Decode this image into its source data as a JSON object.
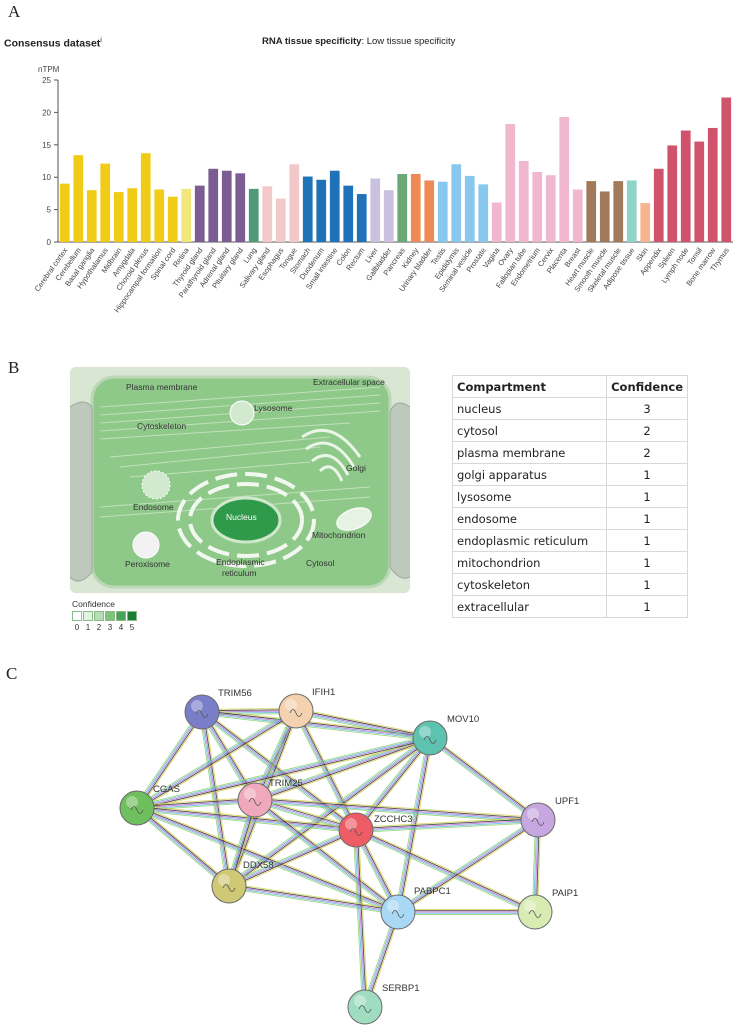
{
  "panels": {
    "a": "A",
    "b": "B",
    "c": "C"
  },
  "header": {
    "dataset_label": "Consensus dataset",
    "info_mark": "i",
    "specificity_label": "RNA tissue specificity",
    "specificity_value": ": Low tissue specificity"
  },
  "chart_data": {
    "type": "bar",
    "ylabel": "nTPM",
    "ylim": [
      0,
      25
    ],
    "yticks": [
      0,
      5,
      10,
      15,
      20,
      25
    ],
    "grid": false,
    "categories": [
      "Cerebral cortex",
      "Cerebellum",
      "Basal ganglia",
      "Hypothalamus",
      "Midbrain",
      "Amygdala",
      "Choroid plexus",
      "Hippocampal formation",
      "Spinal cord",
      "Retina",
      "Thyroid gland",
      "Parathyroid gland",
      "Adrenal gland",
      "Pituitary gland",
      "Lung",
      "Salivary gland",
      "Esophagus",
      "Tongue",
      "Stomach",
      "Duodenum",
      "Small intestine",
      "Colon",
      "Rectum",
      "Liver",
      "Gallbladder",
      "Pancreas",
      "Kidney",
      "Urinary bladder",
      "Testis",
      "Epididymis",
      "Seminal vesicle",
      "Prostate",
      "Vagina",
      "Ovary",
      "Fallopian tube",
      "Endometrium",
      "Cervix",
      "Placenta",
      "Breast",
      "Heart muscle",
      "Smooth muscle",
      "Skeletal muscle",
      "Adipose tissue",
      "Skin",
      "Appendix",
      "Spleen",
      "Lymph node",
      "Tonsil",
      "Bone marrow",
      "Thymus"
    ],
    "values": [
      9.0,
      13.4,
      8.0,
      12.1,
      7.7,
      8.3,
      13.7,
      8.1,
      7.0,
      8.2,
      8.7,
      11.3,
      11.0,
      10.6,
      8.2,
      8.6,
      6.7,
      12.0,
      10.1,
      9.6,
      11.0,
      8.7,
      7.4,
      9.8,
      8.0,
      10.5,
      10.5,
      9.5,
      9.3,
      12.0,
      10.2,
      8.9,
      6.1,
      18.2,
      12.5,
      10.8,
      10.3,
      19.3,
      8.1,
      9.4,
      7.8,
      9.4,
      9.5,
      6.0,
      11.3,
      14.9,
      17.2,
      15.5,
      17.6,
      22.3
    ],
    "colors": [
      "#f0cc17",
      "#f0cc17",
      "#f0cc17",
      "#f0cc17",
      "#f0cc17",
      "#f0cc17",
      "#f0cc17",
      "#f0cc17",
      "#f0cc17",
      "#f3e67d",
      "#7b5d93",
      "#7b5d93",
      "#7b5d93",
      "#7b5d93",
      "#4f9a7a",
      "#f2c8c8",
      "#f2c8c8",
      "#f2c8c8",
      "#1f71b8",
      "#1f71b8",
      "#1f71b8",
      "#1f71b8",
      "#1f71b8",
      "#c9c1de",
      "#c9c1de",
      "#6aa976",
      "#ef8a56",
      "#ef8a56",
      "#89c8ee",
      "#89c8ee",
      "#89c8ee",
      "#89c8ee",
      "#f0b7cf",
      "#f0b7cf",
      "#f0b7cf",
      "#f0b7cf",
      "#f0b7cf",
      "#f0b7cf",
      "#f0b7cf",
      "#a07a5a",
      "#a07a5a",
      "#a07a5a",
      "#8fd4c8",
      "#f6b58f",
      "#d1526b",
      "#d1526b",
      "#d1526b",
      "#d1526b",
      "#d1526b",
      "#d1526b"
    ]
  },
  "cell": {
    "labels": {
      "plasma_membrane": "Plasma membrane",
      "extracellular": "Extracellular space",
      "lysosome": "Lysosome",
      "cytoskeleton": "Cytoskeleton",
      "golgi": "Golgi",
      "endosome": "Endosome",
      "nucleus": "Nucleus",
      "mitochondrion": "Mitochondrion",
      "peroxisome": "Peroxisome",
      "er_line1": "Endoplasmic",
      "er_line2": "reticulum",
      "cytosol": "Cytosol"
    },
    "legend": {
      "title": "Confidence",
      "levels": [
        "0",
        "1",
        "2",
        "3",
        "4",
        "5"
      ],
      "colors": [
        "#ffffff",
        "#e3f2e1",
        "#b7dfb3",
        "#7fc47b",
        "#4aa25a",
        "#1f7a3a"
      ]
    }
  },
  "table": {
    "headers": [
      "Compartment",
      "Confidence"
    ],
    "rows": [
      {
        "name": "nucleus",
        "conf": "3"
      },
      {
        "name": "cytosol",
        "conf": "2"
      },
      {
        "name": "plasma membrane",
        "conf": "2"
      },
      {
        "name": "golgi apparatus",
        "conf": "1"
      },
      {
        "name": "lysosome",
        "conf": "1"
      },
      {
        "name": "endosome",
        "conf": "1"
      },
      {
        "name": "endoplasmic reticulum",
        "conf": "1"
      },
      {
        "name": "mitochondrion",
        "conf": "1"
      },
      {
        "name": "cytoskeleton",
        "conf": "1"
      },
      {
        "name": "extracellular",
        "conf": "1"
      }
    ]
  },
  "network": {
    "nodes": [
      {
        "id": "TRIM56",
        "label": "TRIM56",
        "color": "#7a7ec8"
      },
      {
        "id": "IFIH1",
        "label": "IFIH1",
        "color": "#f4d2b0"
      },
      {
        "id": "MOV10",
        "label": "MOV10",
        "color": "#5ec2b0"
      },
      {
        "id": "CGAS",
        "label": "CGAS",
        "color": "#6fbf5e"
      },
      {
        "id": "TRIM25",
        "label": "TRIM25",
        "color": "#f0a8bd"
      },
      {
        "id": "ZCCHC3",
        "label": "ZCCHC3",
        "color": "#ee5d66"
      },
      {
        "id": "UPF1",
        "label": "UPF1",
        "color": "#c7a7e0"
      },
      {
        "id": "DDX58",
        "label": "DDX58",
        "color": "#cfc874"
      },
      {
        "id": "PABPC1",
        "label": "PABPC1",
        "color": "#a9d8f5"
      },
      {
        "id": "PAIP1",
        "label": "PAIP1",
        "color": "#d8ebb3"
      },
      {
        "id": "SERBP1",
        "label": "SERBP1",
        "color": "#9fdcc0"
      }
    ],
    "edges": [
      [
        "TRIM56",
        "IFIH1"
      ],
      [
        "TRIM56",
        "TRIM25"
      ],
      [
        "TRIM56",
        "CGAS"
      ],
      [
        "TRIM56",
        "DDX58"
      ],
      [
        "TRIM56",
        "ZCCHC3"
      ],
      [
        "TRIM56",
        "MOV10"
      ],
      [
        "IFIH1",
        "TRIM25"
      ],
      [
        "IFIH1",
        "DDX58"
      ],
      [
        "IFIH1",
        "MOV10"
      ],
      [
        "IFIH1",
        "ZCCHC3"
      ],
      [
        "IFIH1",
        "CGAS"
      ],
      [
        "MOV10",
        "UPF1"
      ],
      [
        "MOV10",
        "TRIM25"
      ],
      [
        "MOV10",
        "ZCCHC3"
      ],
      [
        "MOV10",
        "PABPC1"
      ],
      [
        "MOV10",
        "DDX58"
      ],
      [
        "MOV10",
        "CGAS"
      ],
      [
        "CGAS",
        "TRIM25"
      ],
      [
        "CGAS",
        "DDX58"
      ],
      [
        "CGAS",
        "ZCCHC3"
      ],
      [
        "CGAS",
        "PABPC1"
      ],
      [
        "TRIM25",
        "DDX58"
      ],
      [
        "TRIM25",
        "ZCCHC3"
      ],
      [
        "TRIM25",
        "PABPC1"
      ],
      [
        "TRIM25",
        "UPF1"
      ],
      [
        "ZCCHC3",
        "DDX58"
      ],
      [
        "ZCCHC3",
        "PABPC1"
      ],
      [
        "ZCCHC3",
        "UPF1"
      ],
      [
        "ZCCHC3",
        "PAIP1"
      ],
      [
        "ZCCHC3",
        "SERBP1"
      ],
      [
        "UPF1",
        "PABPC1"
      ],
      [
        "UPF1",
        "PAIP1"
      ],
      [
        "DDX58",
        "PABPC1"
      ],
      [
        "PABPC1",
        "PAIP1"
      ],
      [
        "PABPC1",
        "SERBP1"
      ]
    ],
    "edge_colors": [
      "#d4d04a",
      "#2b2b2b",
      "#b36bd6",
      "#5ab6e0",
      "#8fd06c"
    ]
  }
}
